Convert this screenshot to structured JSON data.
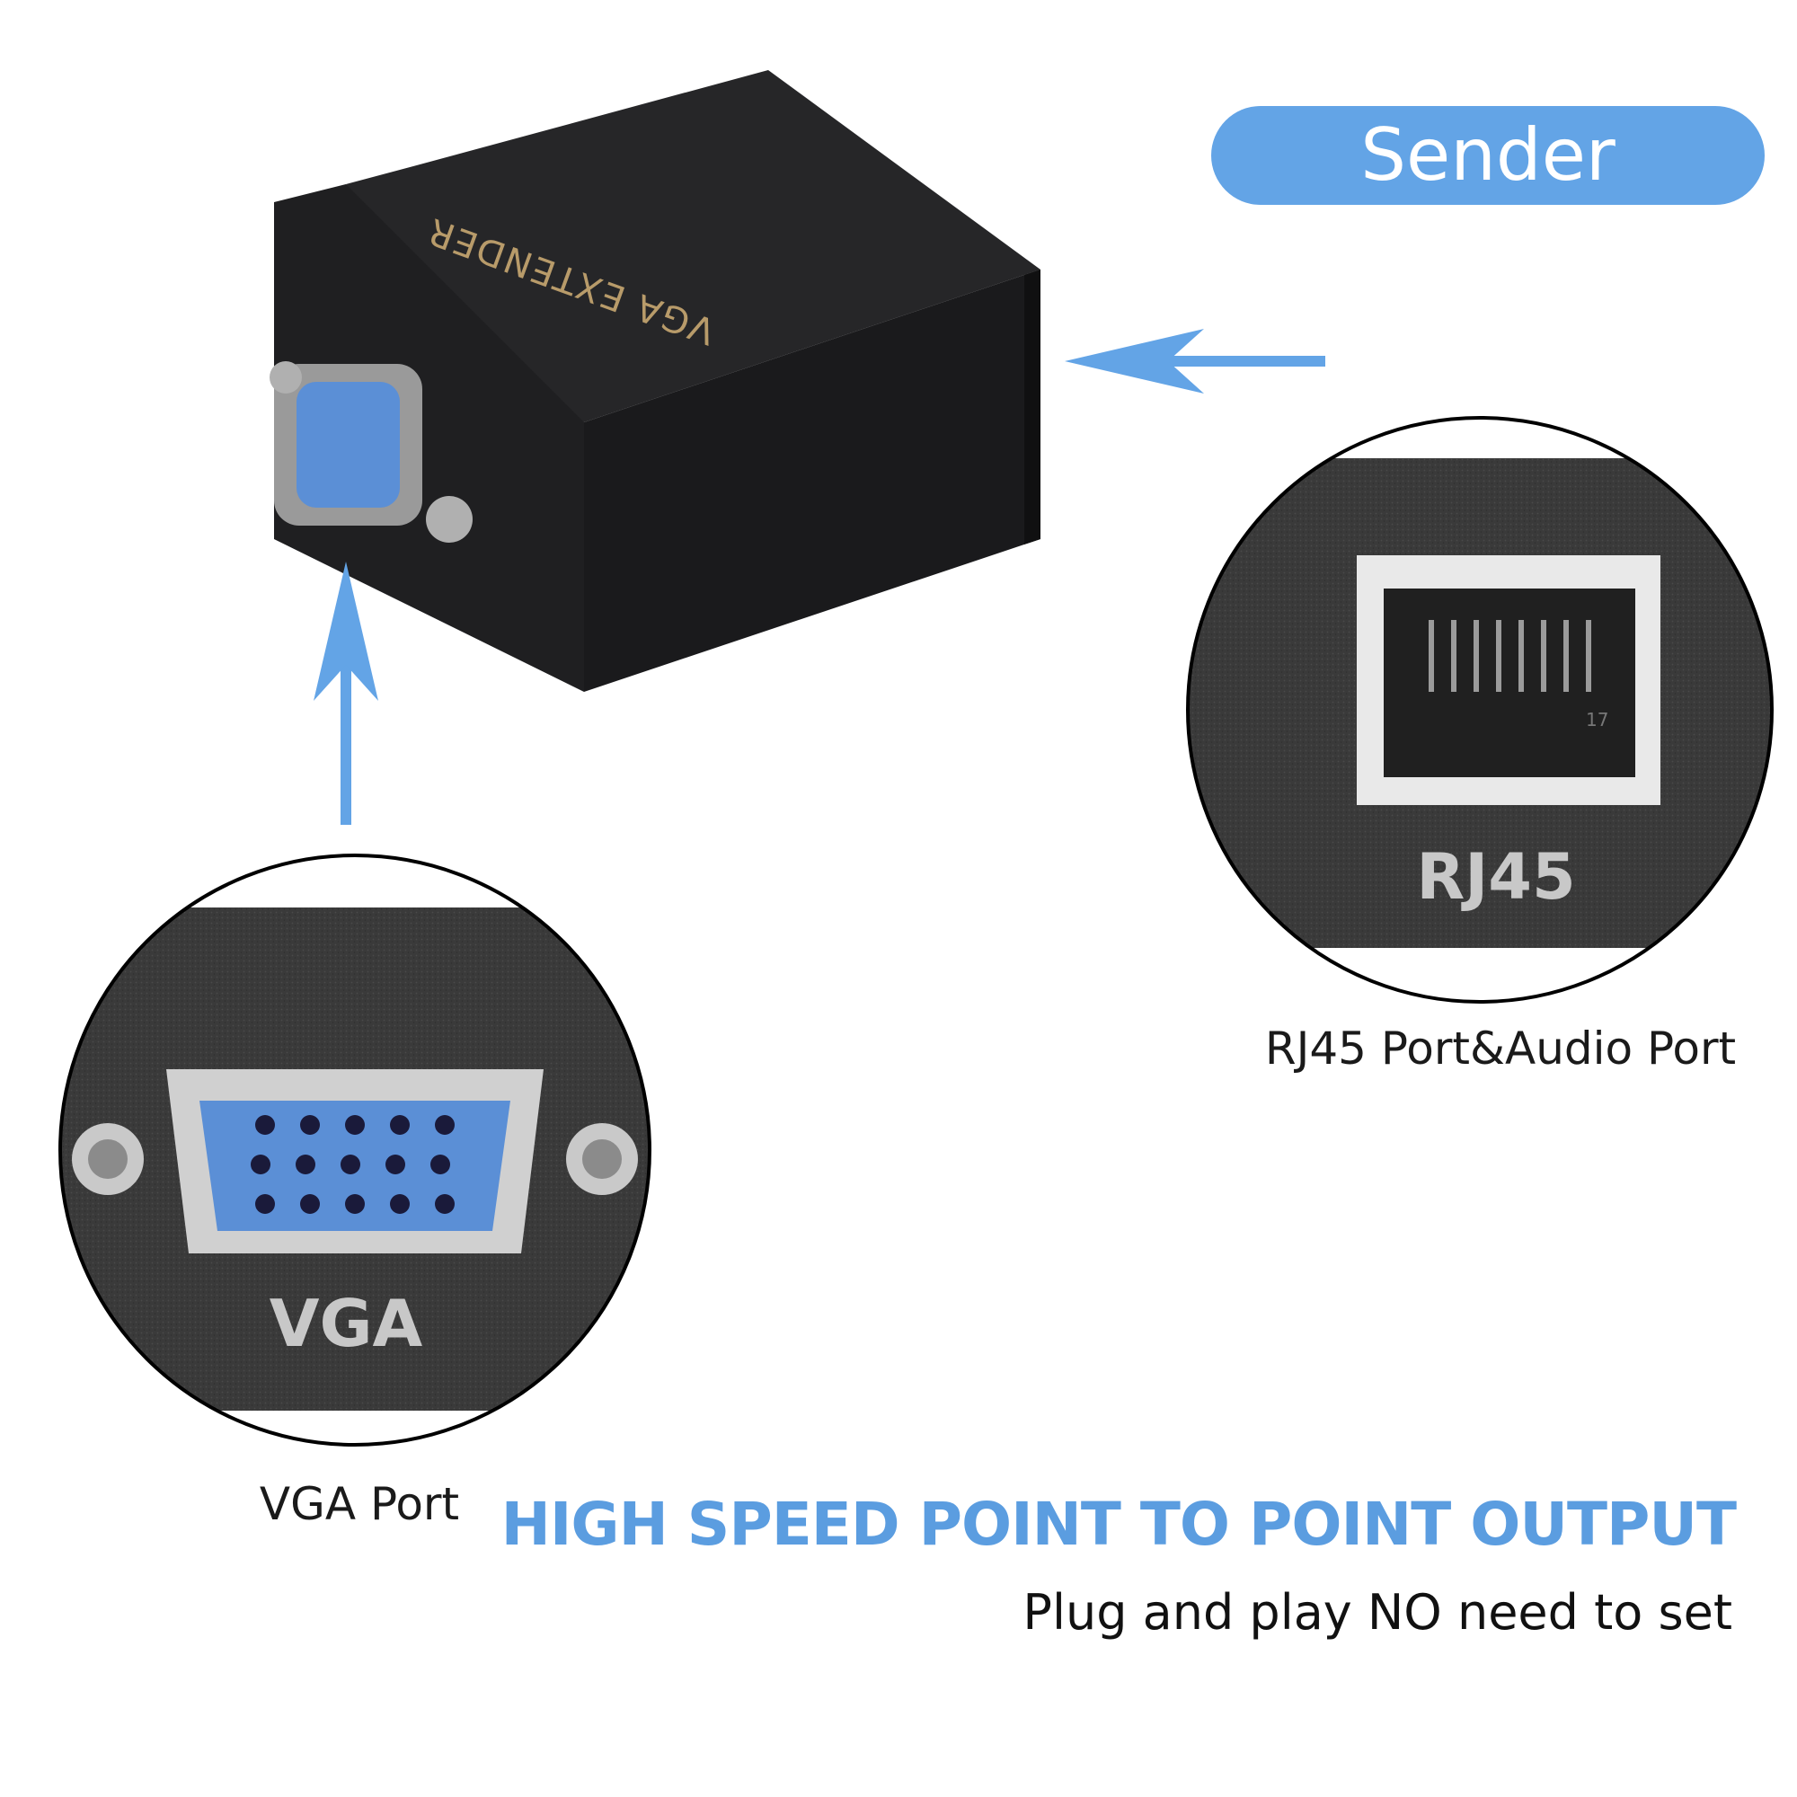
{
  "badge": {
    "label": "Sender"
  },
  "device": {
    "label": "VGA EXTENDER"
  },
  "rj45_zoom": {
    "port_label": "RJ45",
    "pin_number": "17",
    "caption": "RJ45 Port&Audio Port"
  },
  "vga_zoom": {
    "port_label": "VGA",
    "caption": "VGA  Port"
  },
  "headline": "HIGH SPEED POINT TO POINT OUTPUT",
  "subline": "Plug and play  NO need to set",
  "colors": {
    "accent": "#63a4e6",
    "device_body": "#1c1c1e",
    "vga_blue": "#5b8fd6"
  },
  "icons": [
    "arrow-left-icon",
    "arrow-up-icon"
  ]
}
